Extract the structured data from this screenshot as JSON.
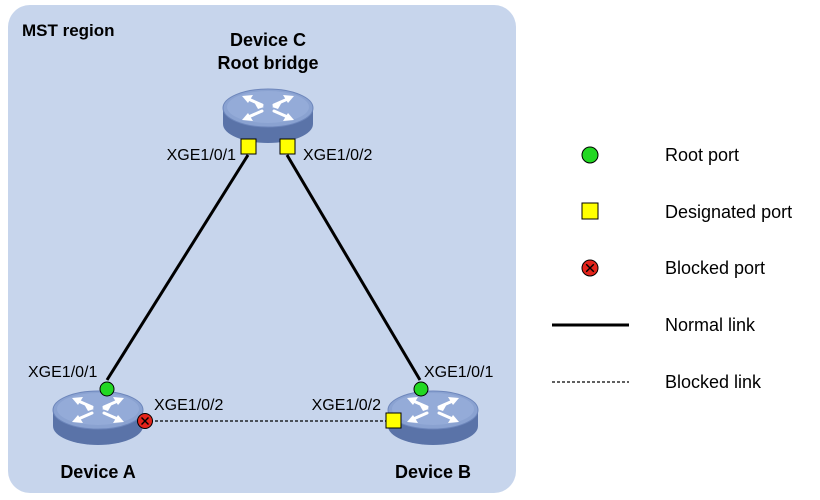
{
  "region": {
    "label": "MST region"
  },
  "devices": {
    "c": {
      "name": "Device C",
      "role": "Root bridge",
      "port_left": "XGE1/0/1",
      "port_right": "XGE1/0/2"
    },
    "a": {
      "name": "Device A",
      "port_top": "XGE1/0/1",
      "port_right": "XGE1/0/2"
    },
    "b": {
      "name": "Device B",
      "port_top": "XGE1/0/1",
      "port_left": "XGE1/0/2"
    }
  },
  "legend": {
    "root_port": "Root port",
    "designated_port": "Designated port",
    "blocked_port": "Blocked port",
    "normal_link": "Normal link",
    "blocked_link": "Blocked link"
  },
  "colors": {
    "region_fill": "#c7d5ec",
    "device_top": "#7f98c9",
    "device_side": "#5a73a8",
    "root_port": "#22d822",
    "designated_port": "#ffff00",
    "blocked_port": "#e3241b"
  }
}
